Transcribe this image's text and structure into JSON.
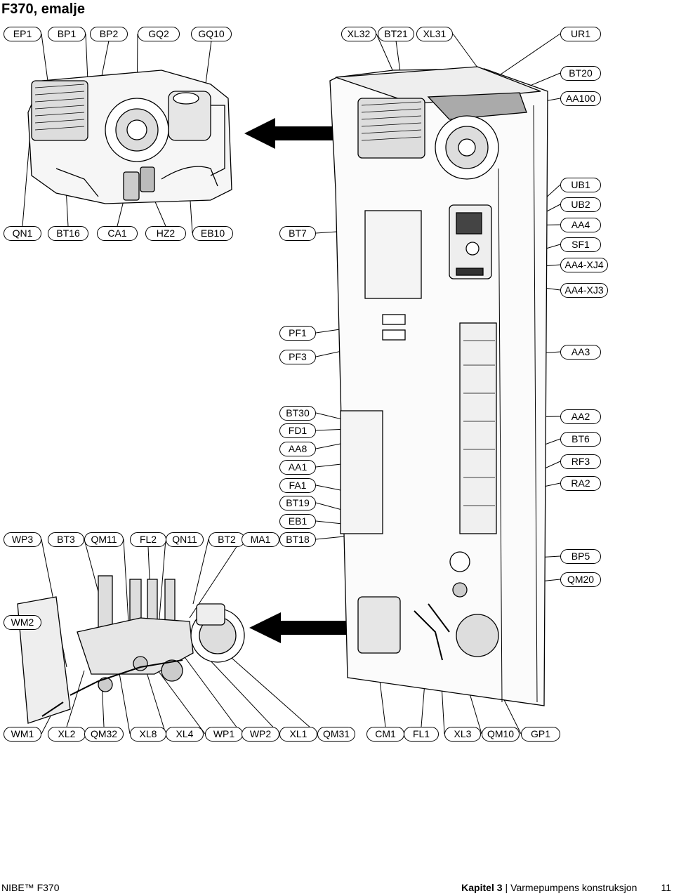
{
  "title": "F370, emalje",
  "footer": {
    "brand": "NIBE™ F370",
    "chapter_word": "Kapitel",
    "chapter_num": "3",
    "chapter_title": "Varmepumpens konstruksjon",
    "page": "11"
  },
  "labels": [
    "EP1",
    "BP1",
    "BP2",
    "GQ2",
    "GQ10",
    "XL32",
    "BT21",
    "XL31",
    "UR1",
    "BT20",
    "AA100",
    "UB1",
    "UB2",
    "AA4",
    "SF1",
    "AA4-XJ4",
    "AA4-XJ3",
    "QN1",
    "BT16",
    "CA1",
    "HZ2",
    "EB10",
    "BT7",
    "PF1",
    "PF3",
    "AA3",
    "BT30",
    "FD1",
    "AA8",
    "AA1",
    "FA1",
    "BT19",
    "EB1",
    "BT18",
    "AA2",
    "BT6",
    "RF3",
    "RA2",
    "WP3",
    "BT3",
    "QM11",
    "FL2",
    "QN11",
    "BT2",
    "MA1",
    "BP5",
    "QM20",
    "WM2",
    "WM1",
    "XL2",
    "QM32",
    "XL8",
    "XL4",
    "WP1",
    "WP2",
    "XL1",
    "QM31",
    "CM1",
    "FL1",
    "XL3",
    "QM10",
    "GP1"
  ],
  "colors": {
    "line": "#000000",
    "fill_light": "#f2f2f2",
    "fill_mid": "#d9d9d9",
    "fill_dark": "#8c8c8c"
  }
}
